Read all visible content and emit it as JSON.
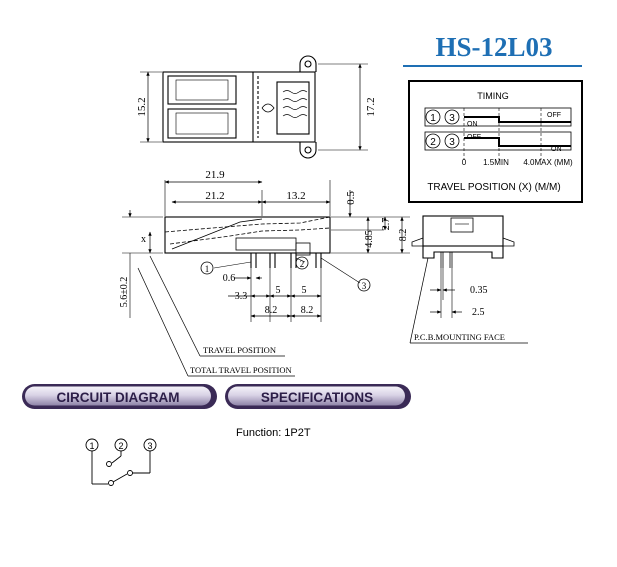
{
  "title": "HS-12L03",
  "top_view": {
    "dim_width": "15.2",
    "dim_height": "17.2"
  },
  "side_view": {
    "dim_overall": "21.9",
    "dim_left": "21.2",
    "dim_right": "13.2",
    "dim_top": "0.5",
    "dim_27": "2.7",
    "dim_82v": "8.2",
    "dim_485": "4.85",
    "dim_x": "x",
    "dim_56": "5.6±0.2",
    "dim_06": "0.6",
    "dim_33": "3.3",
    "dim_5a": "5",
    "dim_5b": "5",
    "dim_82a": "8.2",
    "dim_82b": "8.2",
    "pin1": "1",
    "pin2": "2",
    "pin3": "3",
    "travel_position": "TRAVEL POSITION",
    "total_travel_position": "TOTAL TRAVEL POSITION"
  },
  "end_view": {
    "dim_035": "0.35",
    "dim_25": "2.5",
    "pcb_label": "P.C.B.MOUNTING FACE"
  },
  "timing": {
    "heading": "TIMING",
    "row1_pins": [
      "1",
      "3"
    ],
    "row1_on": "ON",
    "row1_off": "OFF",
    "row2_pins": [
      "2",
      "3"
    ],
    "row2_off": "OFF",
    "row2_on": "ON",
    "axis_0": "0",
    "axis_15": "1.5MIN",
    "axis_40": "4.0MAX (MM)",
    "footer": "TRAVEL POSITION (X) (M/M)"
  },
  "sections": {
    "circuit": "CIRCUIT DIAGRAM",
    "specs": "SPECIFICATIONS"
  },
  "function_text": "Function: 1P2T",
  "circuit": {
    "p1": "1",
    "p2": "2",
    "p3": "3"
  },
  "colors": {
    "title": "#1e6fb4",
    "title_underline": "#1e6fb4",
    "pill_dark": "#3a2a56",
    "pill_light": "#d8d4e4"
  }
}
